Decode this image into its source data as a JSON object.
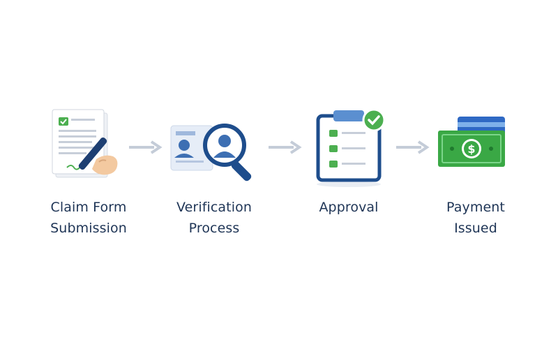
{
  "steps": [
    {
      "icon": "claim-form-icon",
      "line1": "Claim Form",
      "line2": "Submission"
    },
    {
      "icon": "verification-search-icon",
      "line1": "Verification",
      "line2": "Process"
    },
    {
      "icon": "approval-clipboard-icon",
      "line1": "Approval",
      "line2": ""
    },
    {
      "icon": "payment-money-icon",
      "line1": "Payment",
      "line2": "Issued"
    }
  ],
  "colors": {
    "label": "#1f3556",
    "arrow": "#c4ccd8",
    "navy": "#1e4d8c",
    "blue": "#5b8fd0",
    "green": "#4caf50",
    "money": "#3aa845"
  }
}
